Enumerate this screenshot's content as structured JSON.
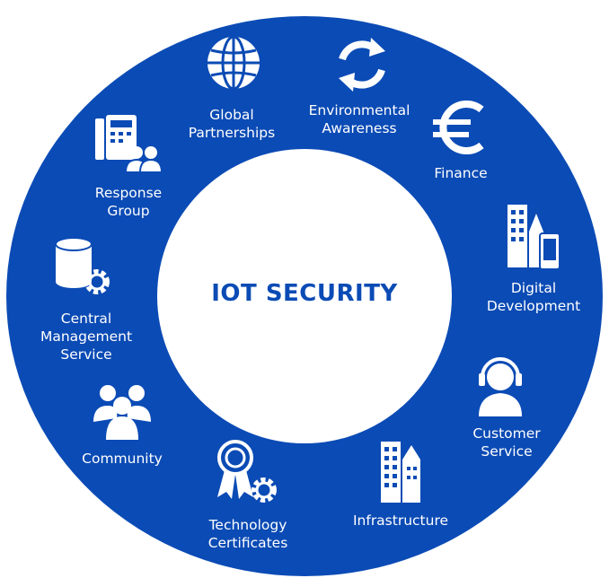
{
  "center": {
    "title": "IOT SECURITY"
  },
  "colors": {
    "ring": "#0b4bb5",
    "inner": "#ffffff",
    "text_on_ring": "#ffffff"
  },
  "segments": [
    {
      "icon": "globe-icon",
      "lines": [
        "Global",
        "Partnerships"
      ]
    },
    {
      "icon": "recycle-arrows-icon",
      "lines": [
        "Environmental",
        "Awareness"
      ]
    },
    {
      "icon": "euro-icon",
      "lines": [
        "Finance"
      ]
    },
    {
      "icon": "buildings-phone-icon",
      "lines": [
        "Digital",
        "Development"
      ]
    },
    {
      "icon": "headset-agent-icon",
      "lines": [
        "Customer",
        "Service"
      ]
    },
    {
      "icon": "skyscraper-icon",
      "lines": [
        "Infrastructure"
      ]
    },
    {
      "icon": "award-gear-icon",
      "lines": [
        "Technology",
        "Certificates"
      ]
    },
    {
      "icon": "people-group-icon",
      "lines": [
        "Community"
      ]
    },
    {
      "icon": "database-gear-icon",
      "lines": [
        "Central",
        "Management",
        "Service"
      ]
    },
    {
      "icon": "desk-phone-users-icon",
      "lines": [
        "Response",
        "Group"
      ]
    }
  ]
}
